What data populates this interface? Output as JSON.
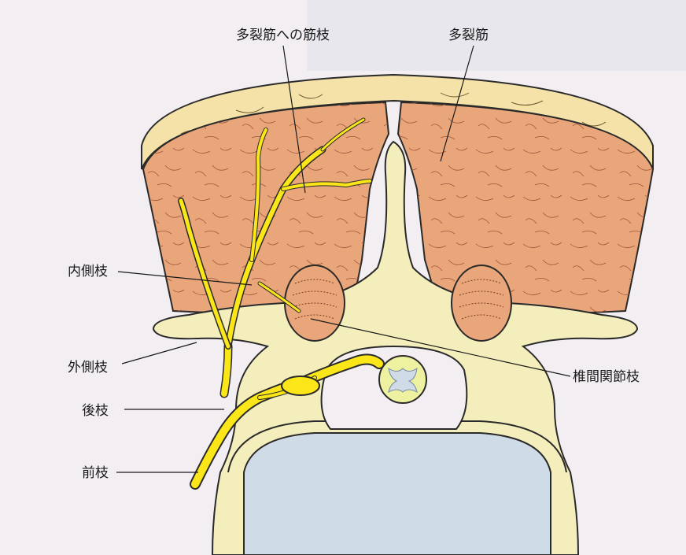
{
  "diagram": {
    "labels": {
      "multifidus_branch": "多裂筋への筋枝",
      "multifidus": "多裂筋",
      "medial_branch": "内側枝",
      "lateral_branch": "外側枝",
      "dorsal_ramus": "後枝",
      "ventral_ramus": "前枝",
      "facet_joint_branch": "椎間関節枝"
    },
    "colors": {
      "skin": "#f4e2a8",
      "muscle": "#e9a67a",
      "bone": "#f4eebc",
      "disc": "#cfdbe7",
      "nerve": "#fbe619",
      "outline": "#2a2a2a"
    }
  }
}
